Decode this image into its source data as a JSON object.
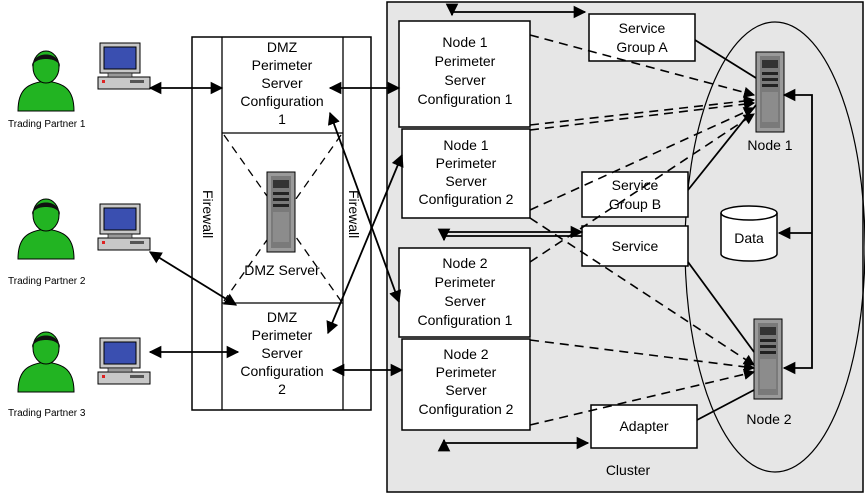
{
  "partners": [
    {
      "label": "Trading Partner 1"
    },
    {
      "label": "Trading Partner 2"
    },
    {
      "label": "Trading Partner 3"
    }
  ],
  "firewalls": {
    "left": "Firewall",
    "right": "Firewall"
  },
  "dmz": {
    "config_top": [
      "DMZ",
      "Perimeter",
      "Server",
      "Configuration",
      "1"
    ],
    "server": "DMZ Server",
    "config_bottom": [
      "DMZ",
      "Perimeter",
      "Server",
      "Configuration",
      "2"
    ]
  },
  "nodes": {
    "n1c1": [
      "Node 1",
      "Perimeter",
      "Server",
      "Configuration 1"
    ],
    "n1c2": [
      "Node 1",
      "Perimeter",
      "Server",
      "Configuration 2"
    ],
    "n2c1": [
      "Node 2",
      "Perimeter",
      "Server",
      "Configuration 1"
    ],
    "n2c2": [
      "Node 2",
      "Perimeter",
      "Server",
      "Configuration 2"
    ]
  },
  "services": {
    "group_a": [
      "Service",
      "Group A"
    ],
    "group_b": [
      "Service",
      "Group B"
    ],
    "service": "Service",
    "adapter": "Adapter"
  },
  "cluster": {
    "node1": "Node 1",
    "node2": "Node 2",
    "data": "Data",
    "label": "Cluster"
  },
  "colors": {
    "person": "#22b422",
    "cluster_bg": "#e6e6e6",
    "stroke": "#000000"
  }
}
